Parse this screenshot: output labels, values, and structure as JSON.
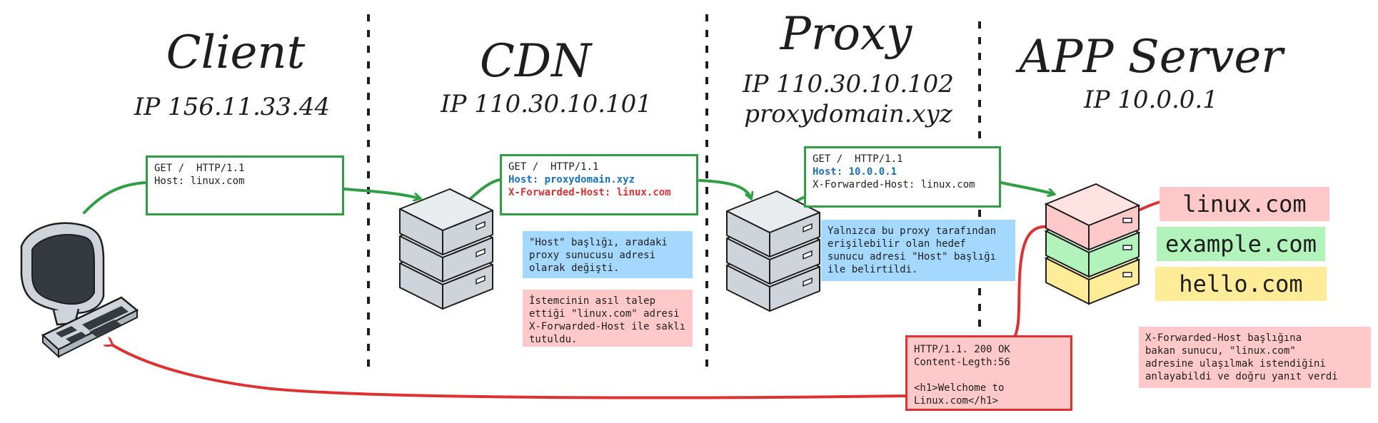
{
  "columns": {
    "client": {
      "title": "Client",
      "ip": "IP 156.11.33.44"
    },
    "cdn": {
      "title": "CDN",
      "ip": "IP 110.30.10.101"
    },
    "proxy": {
      "title": "Proxy",
      "ip": "IP 110.30.10.102",
      "domain": "proxydomain.xyz"
    },
    "app": {
      "title": "APP Server",
      "ip": "IP 10.0.0.1"
    }
  },
  "requests": {
    "client": {
      "line1": "GET /  HTTP/1.1",
      "line2": "Host: linux.com"
    },
    "cdn": {
      "line1": "GET /  HTTP/1.1",
      "line2": "Host: proxydomain.xyz",
      "line3": "X-Forwarded-Host: linux.com"
    },
    "proxy": {
      "line1": "GET /  HTTP/1.1",
      "line2": "Host: 10.0.0.1",
      "line3": "X-Forwarded-Host: linux.com"
    }
  },
  "notes": {
    "cdn_blue": "\"Host\" başlığı, aradaki\nproxy sunucusu adresi\nolarak değişti.",
    "cdn_pink": "İstemcinin asıl talep\nettiği \"linux.com\" adresi\nX-Forwarded-Host ile saklı\ntutuldu.",
    "proxy_blue": "Yalnızca bu proxy tarafından\nerişilebilir olan hedef\nsunucu adresi \"Host\" başlığı\nile belirtildi.",
    "app_pink": "X-Forwarded-Host başlığına\nbakan sunucu, \"linux.com\"\nadresine ulaşılmak istendiğini\nanlayabildi ve doğru yanıt verdi"
  },
  "response": "HTTP/1.1. 200 OK\nContent-Legth:56\n\n<h1>Welchome to\nLinux.com</h1>",
  "domains": [
    {
      "label": "linux.com",
      "color": "#ffc9c9"
    },
    {
      "label": "example.com",
      "color": "#b2f2bb"
    },
    {
      "label": "hello.com",
      "color": "#ffec99"
    }
  ],
  "colors": {
    "request_arrow": "#2f9e44",
    "response_arrow": "#e03131",
    "server_gray": "#ced4da",
    "monitor_screen": "#343a40"
  }
}
